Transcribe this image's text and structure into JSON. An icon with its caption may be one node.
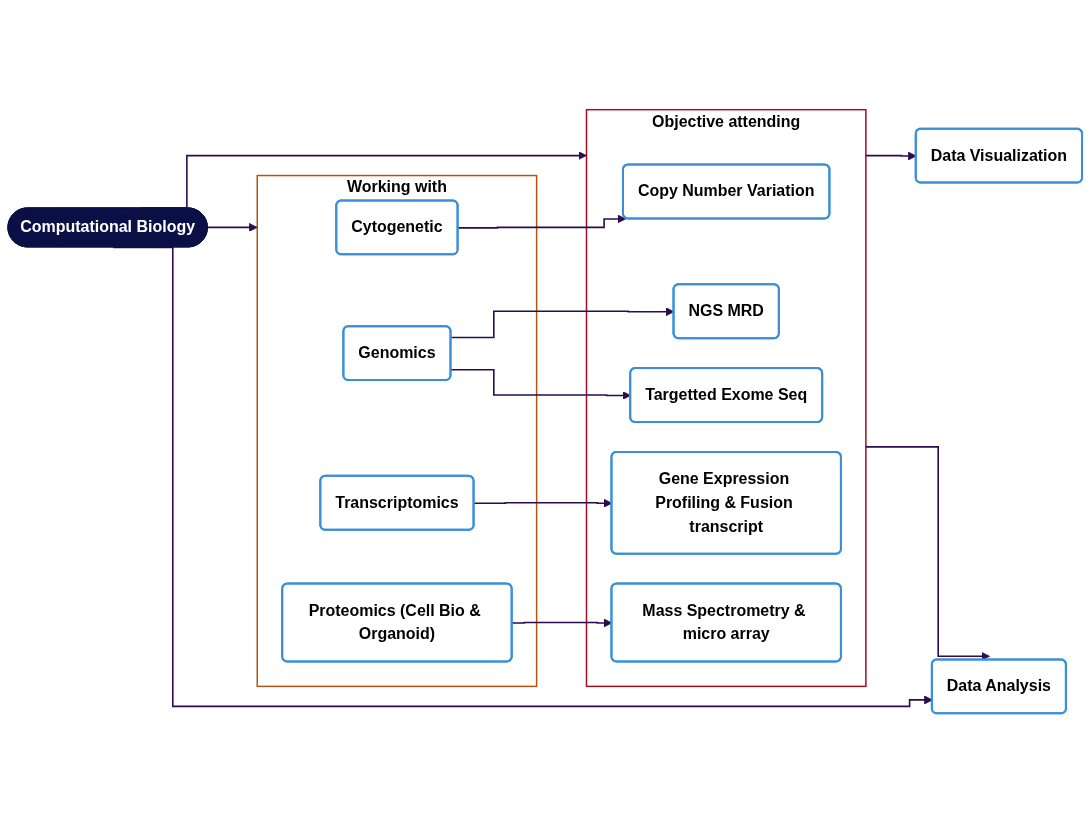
{
  "diagram": {
    "nodes": [
      {
        "text": [
          "Computational Biology"
        ]
      },
      {
        "text": [
          "Working with"
        ]
      },
      {
        "text": [
          "Cytogenetic"
        ],
        "in": 1
      },
      {
        "text": [
          "Genomics"
        ],
        "in": 1
      },
      {
        "text": [
          "Transcriptomics"
        ],
        "in": 1
      },
      {
        "text": [
          "Proteomics (Cell Bio & Organoid)"
        ],
        "in": 1
      },
      {
        "text": [
          "Objective attending"
        ]
      },
      {
        "text": [
          "Copy Number Variation"
        ],
        "in": 6
      },
      {
        "text": [
          "Targetted Exome Seq"
        ],
        "in": 6
      },
      {
        "text": [
          "NGS MRD"
        ],
        "in": 6
      },
      {
        "text": [
          "Gene Expression Profiling & Fusion transcript"
        ],
        "in": 6
      },
      {
        "text": [
          "Mass Spectrometry & micro array"
        ],
        "in": 6
      },
      {
        "text": [
          "Data Analysis"
        ]
      },
      {
        "text": [
          "Data Visualization"
        ]
      }
    ],
    "edges": [
      {
        "from": 0,
        "to": 1,
        "arrow": "to"
      },
      {
        "from": 0,
        "to": 6,
        "arrow": "to"
      },
      {
        "from": 0,
        "to": 12,
        "arrow": "to"
      },
      {
        "from": 2,
        "to": 7,
        "arrow": "to"
      },
      {
        "from": 3,
        "to": 8,
        "arrow": "to"
      },
      {
        "from": 3,
        "to": 9,
        "arrow": "to"
      },
      {
        "from": 4,
        "to": 10,
        "arrow": "to"
      },
      {
        "from": 5,
        "to": 11,
        "arrow": "to"
      },
      {
        "from": 6,
        "to": 12,
        "arrow": "to"
      },
      {
        "from": 6,
        "to": 13,
        "arrow": "to"
      }
    ]
  }
}
